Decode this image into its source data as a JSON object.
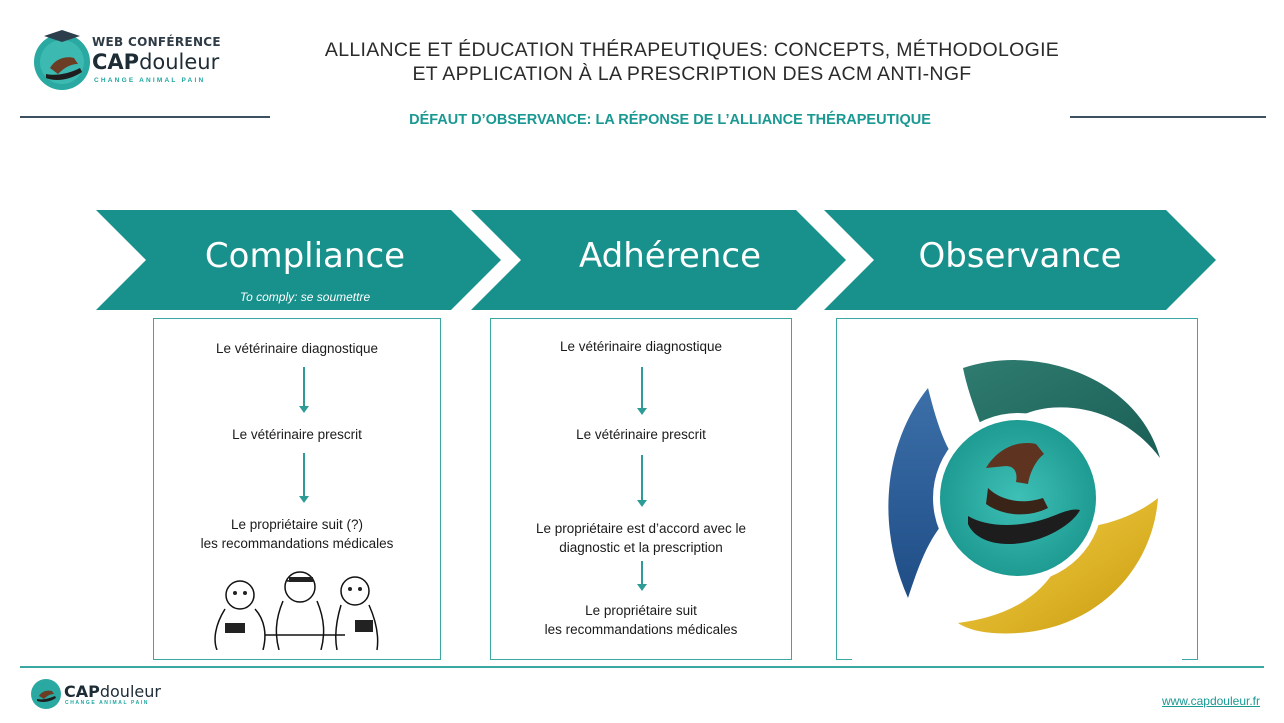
{
  "brand": {
    "web_label": "WEB CONFÉRENCE",
    "cap": "CAP",
    "douleur": "douleur",
    "tagline": "CHANGE ANIMAL PAIN"
  },
  "header": {
    "title_line1": "ALLIANCE ET ÉDUCATION THÉRAPEUTIQUES: CONCEPTS, MÉTHODOLOGIE",
    "title_line2": "ET APPLICATION À LA PRESCRIPTION DES ACM ANTI-NGF",
    "subtitle": "DÉFAUT D’OBSERVANCE: LA RÉPONSE DE L’ALLIANCE THÉRAPEUTIQUE"
  },
  "chevrons": [
    {
      "label": "Compliance",
      "sublabel": "To comply: se soumettre"
    },
    {
      "label": "Adhérence"
    },
    {
      "label": "Observance"
    }
  ],
  "compliance_steps": [
    "Le vétérinaire diagnostique",
    "Le vétérinaire prescrit",
    "Le propriétaire suit (?)",
    "les recommandations médicales"
  ],
  "adherence_steps": [
    "Le vétérinaire diagnostique",
    "Le vétérinaire prescrit",
    "Le propriétaire est d’accord avec le",
    "diagnostic et la prescription",
    "Le propriétaire suit",
    "les recommandations médicales"
  ],
  "footer": {
    "cap": "CAP",
    "douleur": "douleur",
    "tagline": "CHANGE ANIMAL PAIN",
    "url": "www.capdouleur.fr"
  },
  "colors": {
    "teal": "#1a9892",
    "chevron": "#18908b",
    "navy_line": "#3d5060"
  },
  "icons": [
    "capdouleur-logo",
    "hands-emblem",
    "cartoon-illustration"
  ]
}
